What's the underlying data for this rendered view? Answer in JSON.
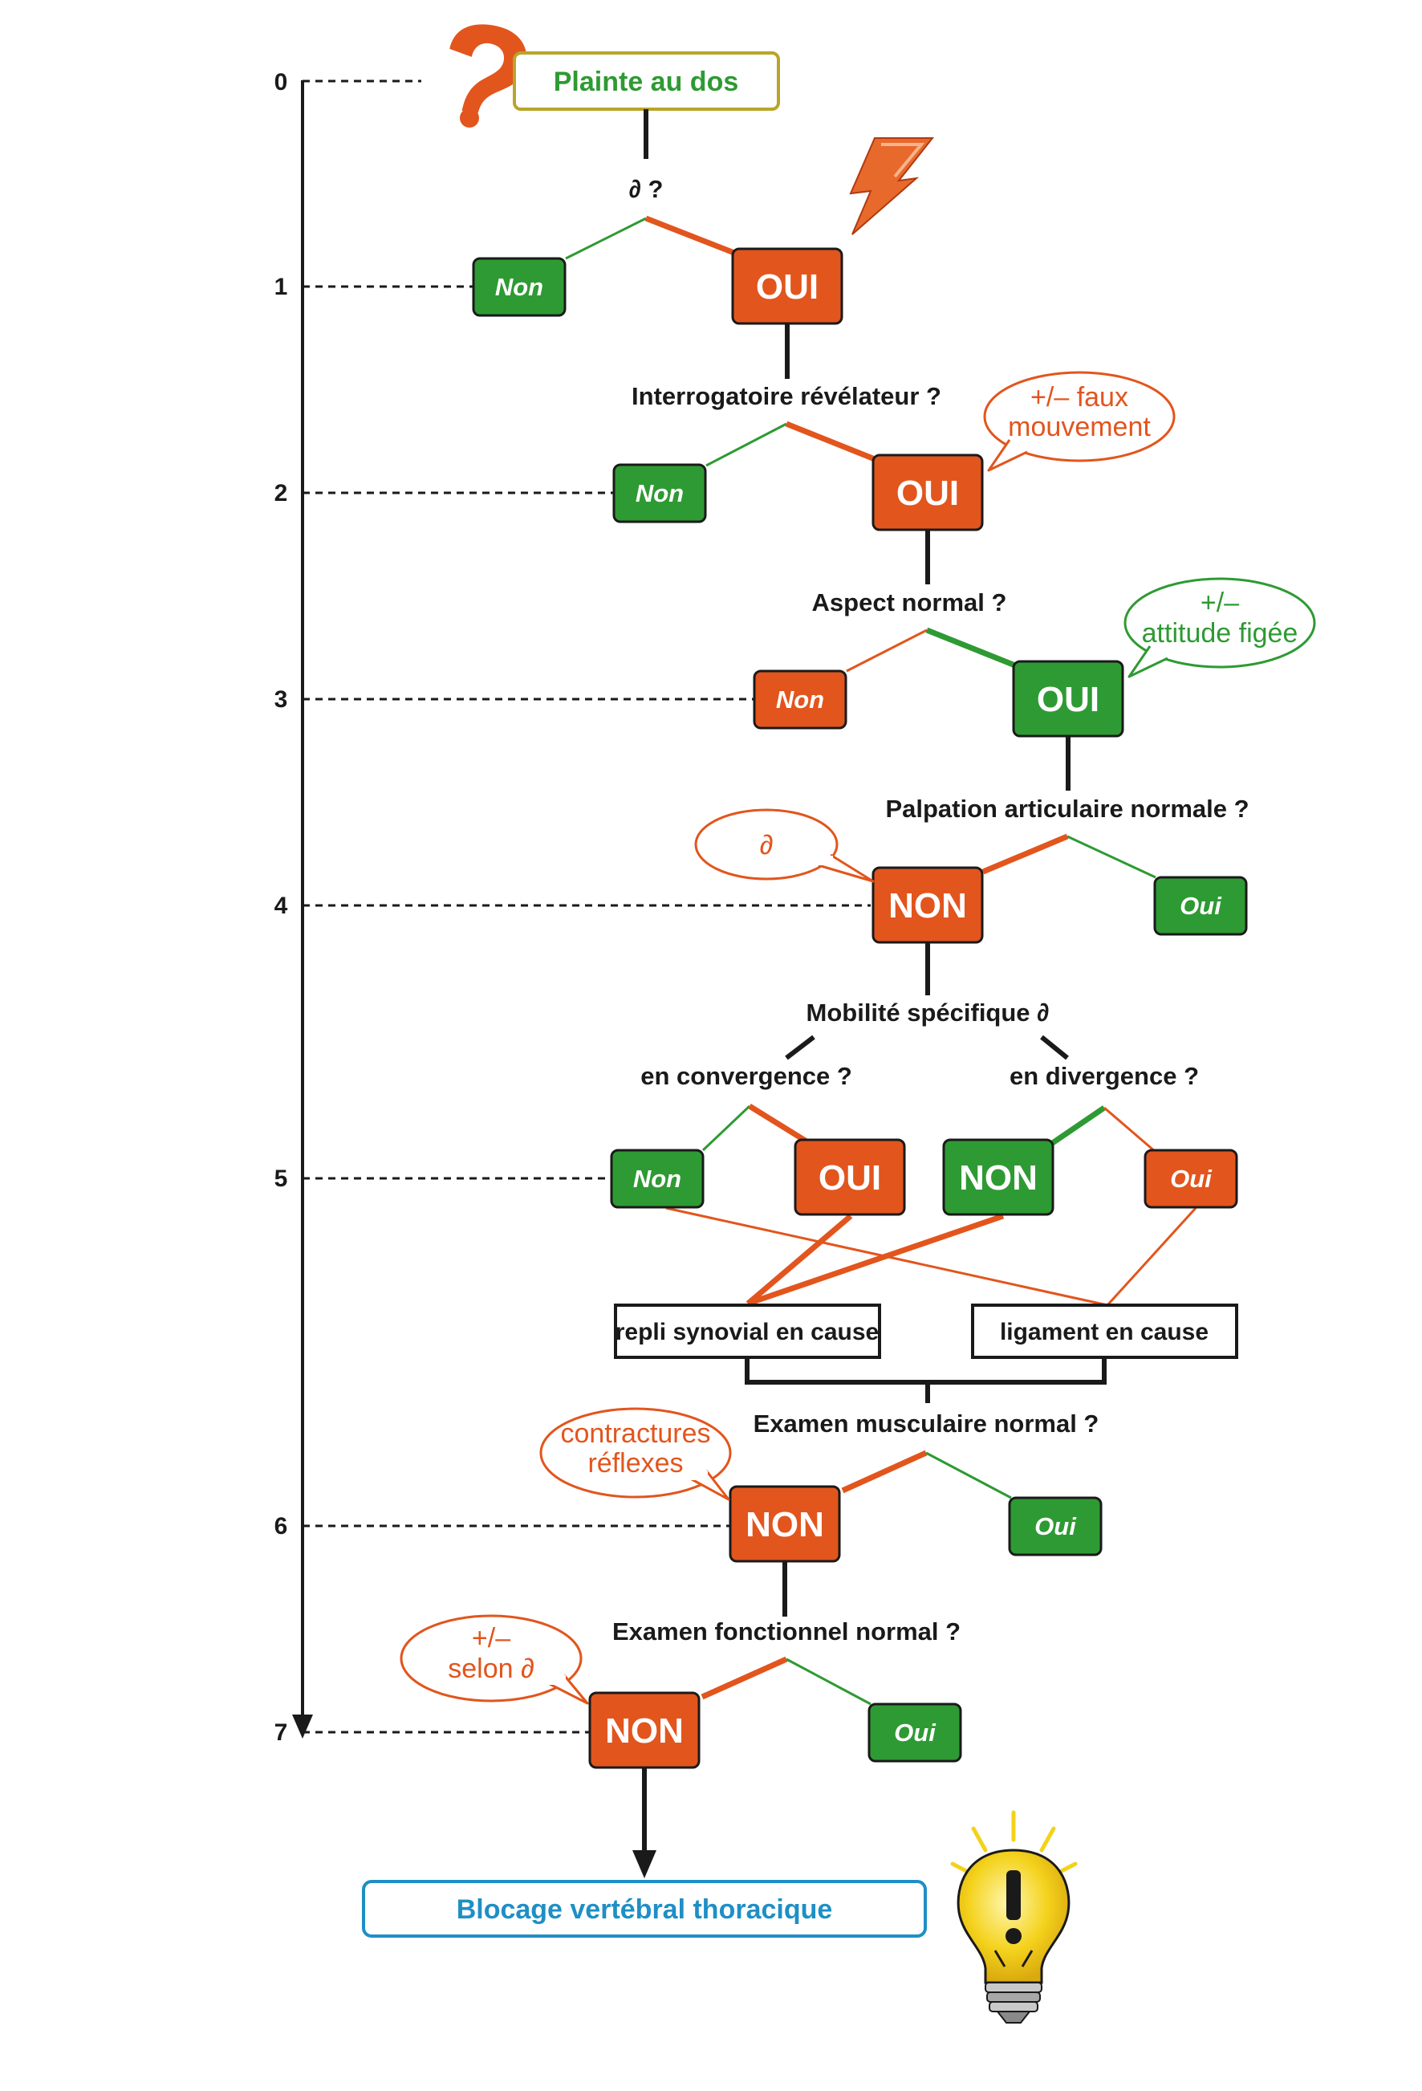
{
  "colors": {
    "orange": "#e2551d",
    "green": "#2e9a33",
    "black": "#1a1a1a",
    "start_border": "#b8a52a",
    "start_text": "#2e9a33",
    "end_border": "#1e8fc6",
    "end_text": "#1e8fc6",
    "bulb": "#f4d21c"
  },
  "icons": [
    "question-mark-icon",
    "lightning-icon",
    "lightbulb-icon"
  ],
  "steps": [
    "0",
    "1",
    "2",
    "3",
    "4",
    "5",
    "6",
    "7"
  ],
  "start": {
    "label": "Plainte au dos"
  },
  "end": {
    "label": "Blocage vertébral thoracique"
  },
  "conditions": {
    "c1": "∂ ?",
    "c2": "Interrogatoire révélateur ?",
    "c3": "Aspect normal ?",
    "c4": "Palpation articulaire normale ?",
    "c5": "Mobilité spécifique ∂",
    "c5a": "en convergence ?",
    "c5b": "en divergence ?",
    "c6": "Examen musculaire normal ?",
    "c7": "Examen fonctionnel normal ?"
  },
  "boxes": {
    "r1_left": "Non",
    "r1_right": "OUI",
    "r2_left": "Non",
    "r2_right": "OUI",
    "r3_left": "Non",
    "r3_right": "OUI",
    "r4_left": "NON",
    "r4_right": "Oui",
    "r5_a": "Non",
    "r5_b": "OUI",
    "r5_c": "NON",
    "r5_d": "Oui",
    "r6_left": "NON",
    "r6_right": "Oui",
    "r7_left": "NON",
    "r7_right": "Oui"
  },
  "causes": {
    "synovial": "repli synovial en cause",
    "ligament": "ligament en cause"
  },
  "bubbles": {
    "b2_line1": "+/– faux",
    "b2_line2": "mouvement",
    "b3_line1": "+/–",
    "b3_line2": "attitude figée",
    "b4": "∂",
    "b6_line1": "contractures",
    "b6_line2": "réflexes",
    "b7_line1": "+/–",
    "b7_line2": "selon ∂"
  }
}
